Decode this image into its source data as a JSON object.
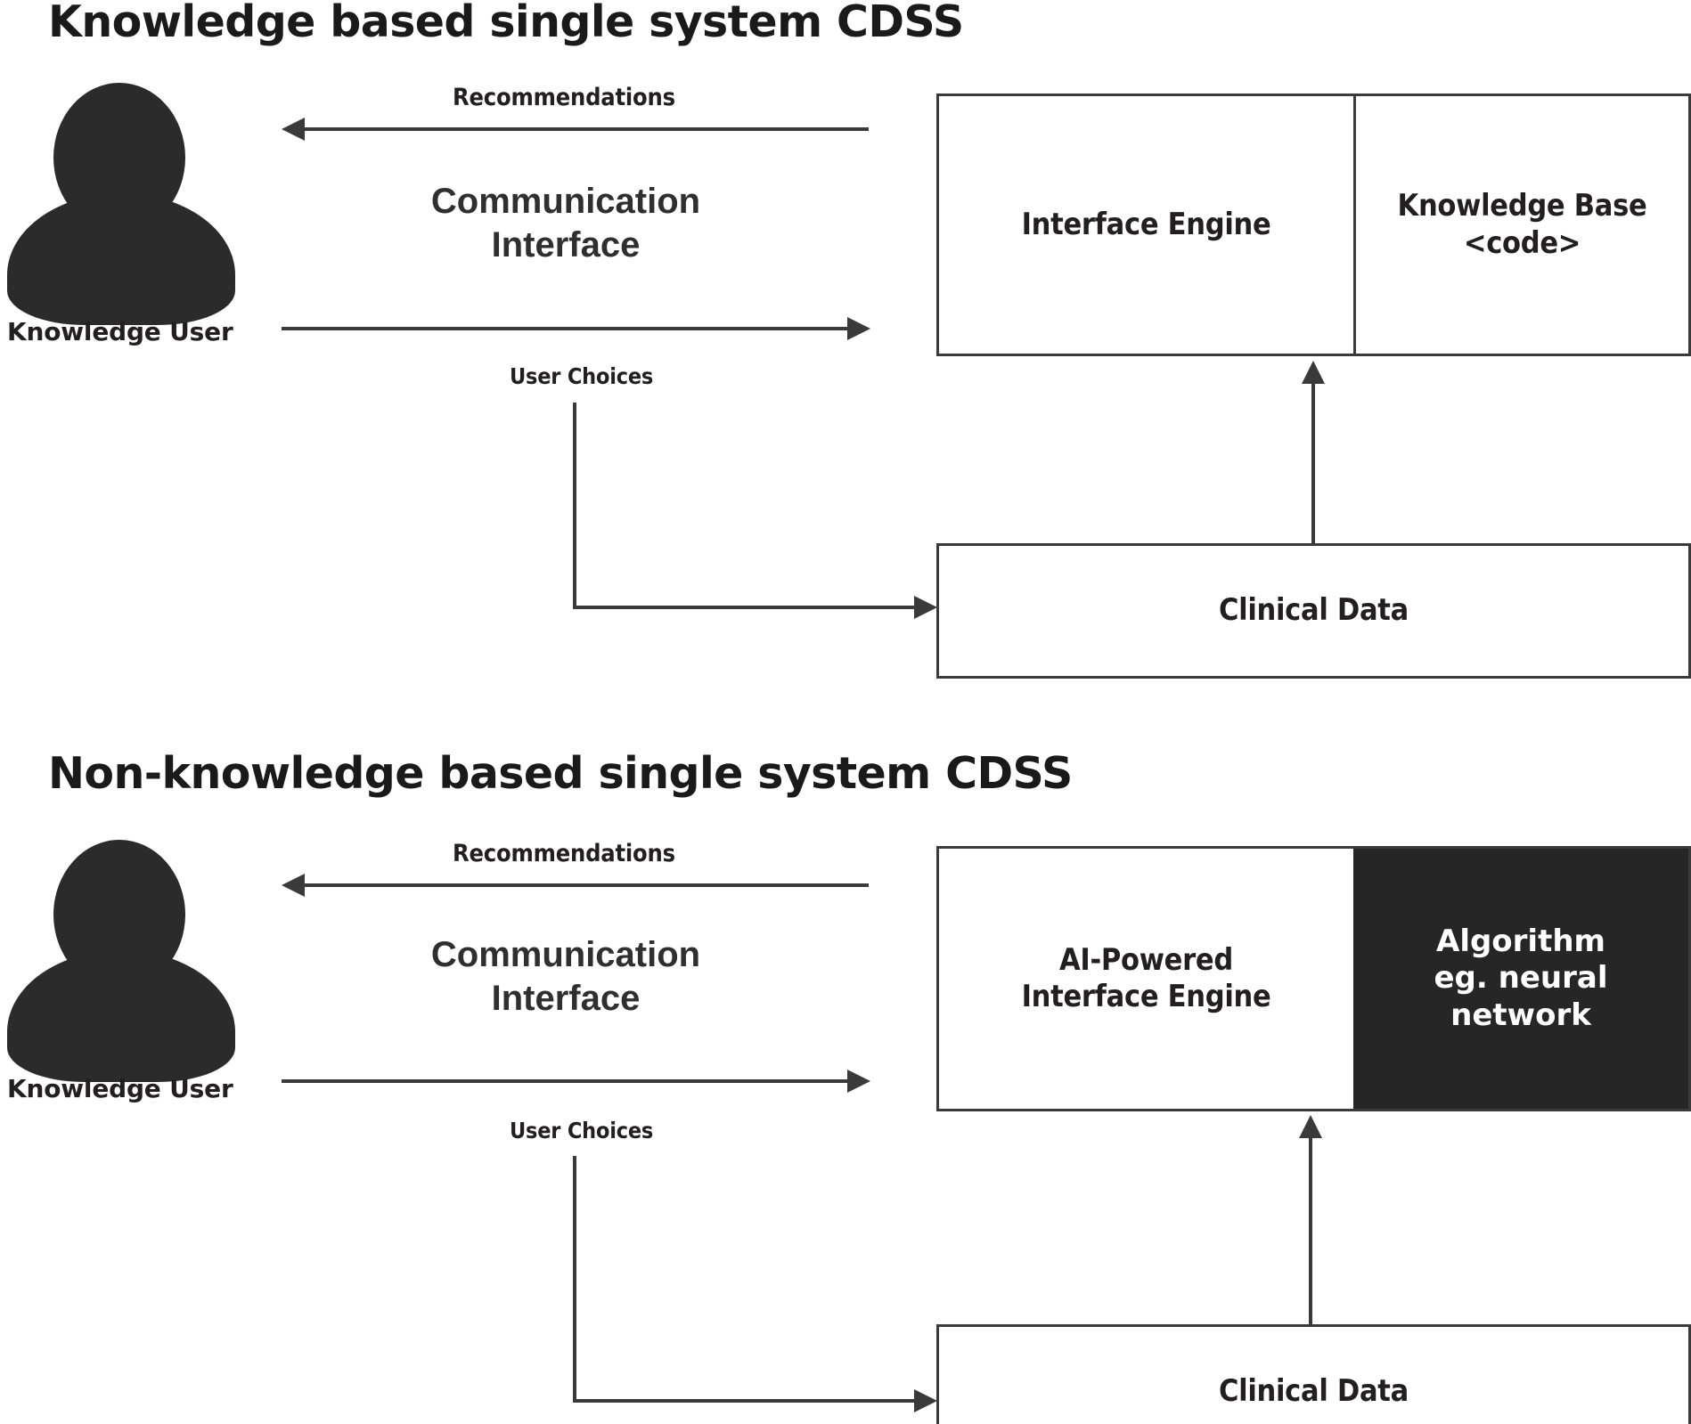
{
  "figure": {
    "background_color": "#ffffff",
    "line_color": "#3a3a3a",
    "text_color": "#231f20",
    "dark_block_color": "#262626"
  },
  "panels": [
    {
      "title": "Knowledge based single system CDSS",
      "actor": {
        "label": "Knowledge User",
        "icon": "user-silhouette-icon"
      },
      "edges": {
        "recommendations_label": "Recommendations",
        "communication_label": "Communication\nInterface",
        "user_choices_label": "User Choices"
      },
      "engine_box": {
        "left_cell": "Interface Engine",
        "right_cell": "Knowledge Base\n<code>",
        "right_cell_dark": false
      },
      "data_box": {
        "label": "Clinical Data"
      }
    },
    {
      "title": "Non-knowledge based single system CDSS",
      "actor": {
        "label": "Knowledge User",
        "icon": "user-silhouette-icon"
      },
      "edges": {
        "recommendations_label": "Recommendations",
        "communication_label": "Communication\nInterface",
        "user_choices_label": "User Choices"
      },
      "engine_box": {
        "left_cell": "AI-Powered\nInterface Engine",
        "right_cell": "Algorithm\neg. neural\nnetwork",
        "right_cell_dark": true
      },
      "data_box": {
        "label": "Clinical Data"
      }
    }
  ]
}
